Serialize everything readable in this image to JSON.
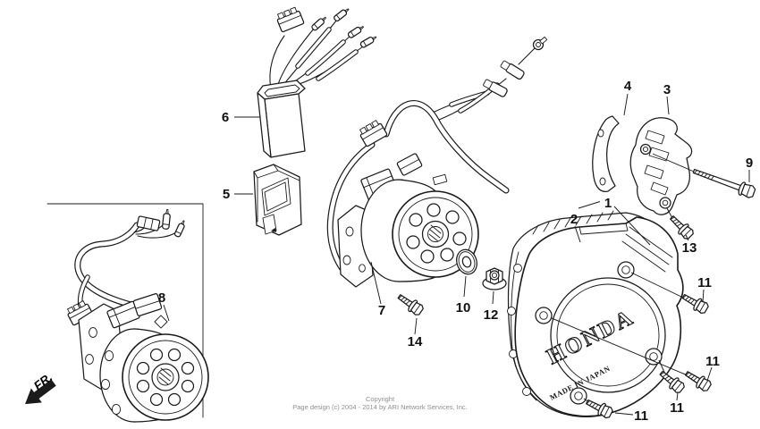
{
  "diagram": {
    "footer": {
      "line1": "Copyright",
      "line2": "Page design (c) 2004 - 2014 by ARI Network Services, Inc."
    },
    "direction_label": "FR.",
    "cover": {
      "brand": "HONDA",
      "origin": "MADE IN JAPAN"
    },
    "callouts": {
      "c1": "1",
      "c2": "2",
      "c3": "3",
      "c4": "4",
      "c5": "5",
      "c6": "6",
      "c7": "7",
      "c8": "8",
      "c9": "9",
      "c10": "10",
      "c11": "11",
      "c12": "12",
      "c13": "13",
      "c14": "14"
    },
    "colors": {
      "line": "#1b1b1b",
      "background": "#ffffff",
      "footer_text": "#8f8f8f"
    }
  }
}
